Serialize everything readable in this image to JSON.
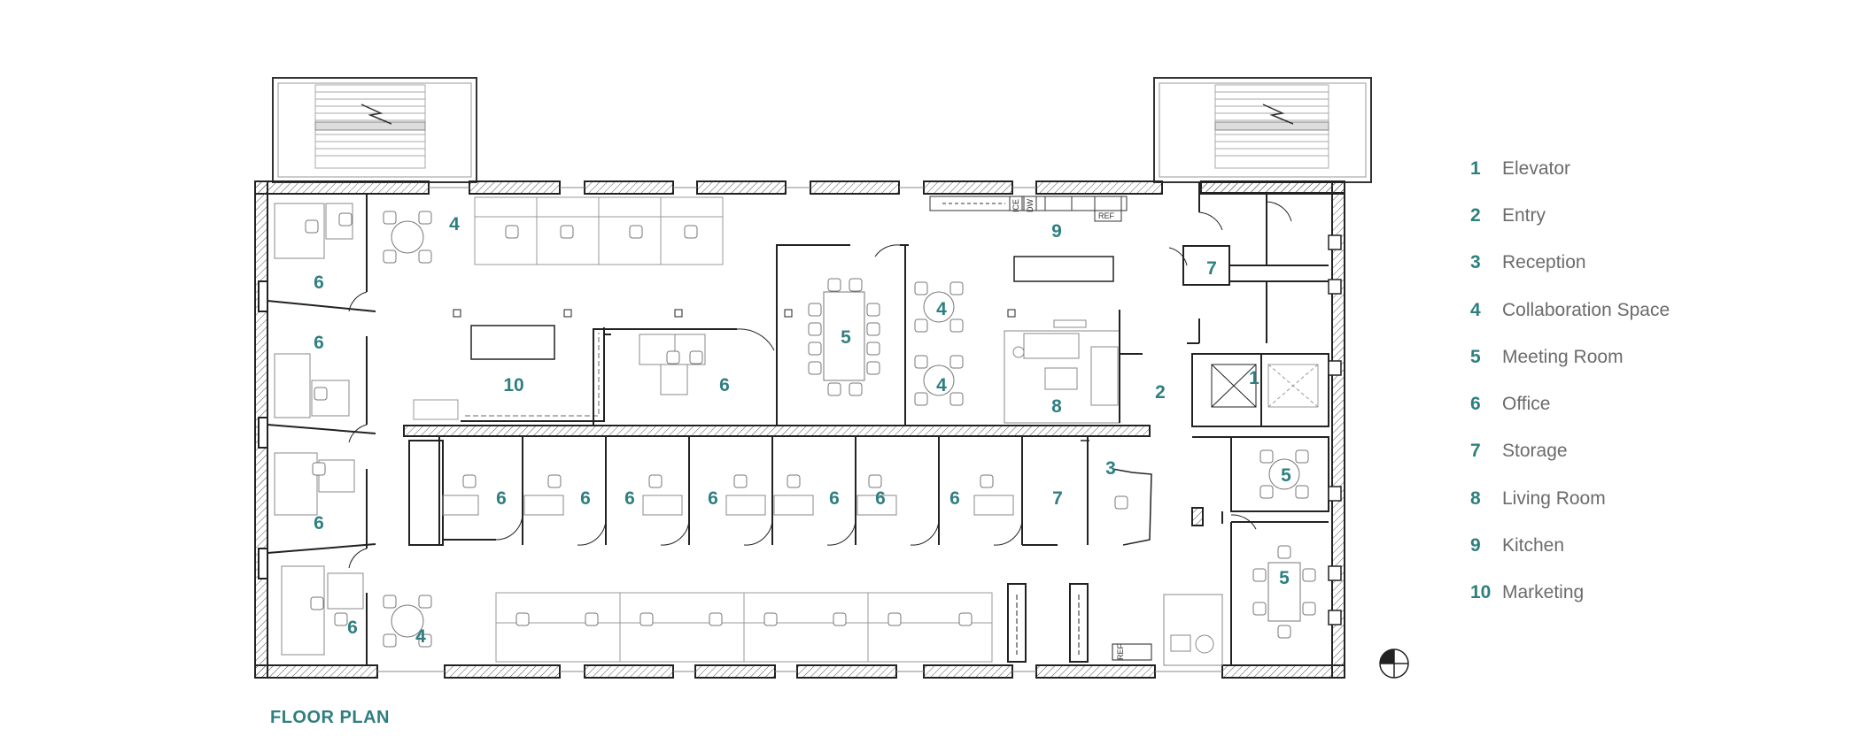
{
  "title": "FLOOR PLAN",
  "accent_color": "#2f7f80",
  "legend": [
    {
      "num": "1",
      "label": "Elevator"
    },
    {
      "num": "2",
      "label": "Entry"
    },
    {
      "num": "3",
      "label": "Reception"
    },
    {
      "num": "4",
      "label": "Collaboration Space"
    },
    {
      "num": "5",
      "label": "Meeting Room"
    },
    {
      "num": "6",
      "label": "Office"
    },
    {
      "num": "7",
      "label": "Storage"
    },
    {
      "num": "8",
      "label": "Living Room"
    },
    {
      "num": "9",
      "label": "Kitchen"
    },
    {
      "num": "10",
      "label": "Marketing"
    }
  ],
  "room_labels": [
    "4",
    "6",
    "6",
    "6",
    "6",
    "4",
    "10",
    "6",
    "5",
    "4",
    "4",
    "8",
    "9",
    "7",
    "1",
    "2",
    "3",
    "6",
    "6",
    "6",
    "6",
    "6",
    "6",
    "6",
    "7",
    "5",
    "5"
  ],
  "fixture_labels": {
    "ice": "ICE",
    "dw": "DW",
    "ref_top": "REF",
    "ref_bottom": "REF"
  },
  "icons": {
    "north": "north-arrow-icon",
    "stairs": "stair-icon",
    "elevator": "elevator-shaft-icon"
  }
}
